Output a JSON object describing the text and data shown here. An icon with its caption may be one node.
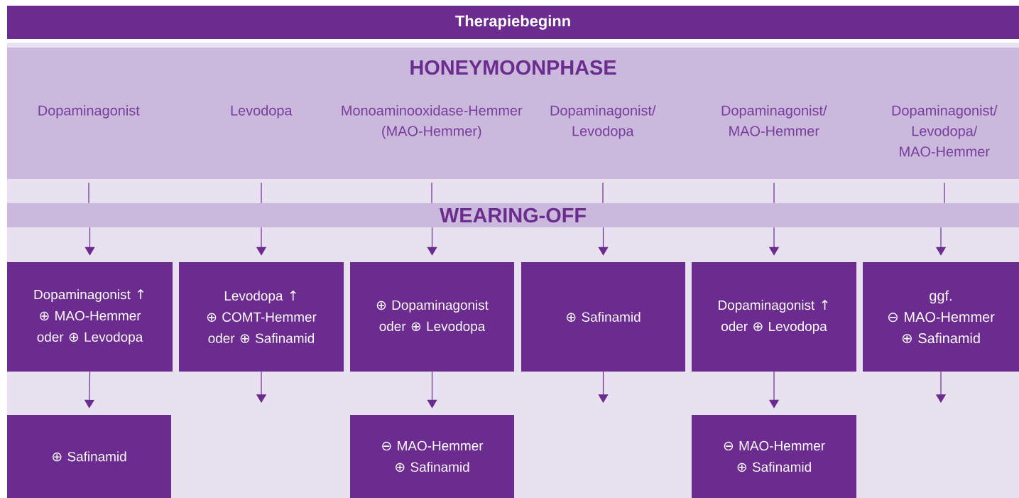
{
  "diagram": {
    "title": "Therapiebeginn",
    "nodes": [
      {
        "text": [
          "HONEYMOONPHASE"
        ]
      },
      {
        "text": [
          "Dopaminagonist"
        ],
        "in": 0
      },
      {
        "text": [
          "Levodopa"
        ],
        "in": 0
      },
      {
        "text": [
          "Monoaminooxidase-Hemmer (MAO-Hemmer)"
        ],
        "in": 0
      },
      {
        "text": [
          "Dopaminagonist/ Levodopa"
        ],
        "in": 0
      },
      {
        "text": [
          "Dopaminagonist/ MAO-Hemmer"
        ],
        "in": 0
      },
      {
        "text": [
          "Dopaminagonist/ Levodopa/ MAO-Hemmer"
        ],
        "in": 0
      },
      {
        "text": [
          "WEARING-OFF"
        ]
      },
      {
        "text": [
          "Dopaminagonist ↑ ⊕ MAO-Hemmer oder ⊕ Levodopa"
        ]
      },
      {
        "text": [
          "Levodopa ↑ ⊕ COMT-Hemmer oder ⊕ Safinamid"
        ]
      },
      {
        "text": [
          "⊕ Dopaminagonist oder ⊕ Levodopa"
        ]
      },
      {
        "text": [
          "⊕ Safinamid"
        ]
      },
      {
        "text": [
          "Dopaminagonist ↑ oder ⊕ Levodopa"
        ]
      },
      {
        "text": [
          "ggf. ⊖ MAO-Hemmer ⊕ Safinamid"
        ]
      },
      {
        "text": [
          "⊕ Safinamid"
        ]
      },
      {
        "text": [
          "⊖ MAO-Hemmer ⊕ Safinamid"
        ]
      },
      {
        "text": [
          "⊖ MAO-Hemmer ⊕ Safinamid"
        ]
      }
    ],
    "edges": [
      {
        "from": 0,
        "to": 7,
        "arrow": "none"
      },
      {
        "from": 0,
        "to": 7,
        "arrow": "none"
      },
      {
        "from": 0,
        "to": 7,
        "arrow": "none"
      },
      {
        "from": 0,
        "to": 7,
        "arrow": "none"
      },
      {
        "from": 0,
        "to": 7,
        "arrow": "none"
      },
      {
        "from": 0,
        "to": 7,
        "arrow": "none"
      },
      {
        "from": 7,
        "to": 8,
        "arrow": "to"
      },
      {
        "from": 7,
        "to": 9,
        "arrow": "to"
      },
      {
        "from": 7,
        "to": 10,
        "arrow": "to"
      },
      {
        "from": 7,
        "to": 11,
        "arrow": "to"
      },
      {
        "from": 7,
        "to": 12,
        "arrow": "to"
      },
      {
        "from": 7,
        "to": 13,
        "arrow": "to"
      },
      {
        "from": 8,
        "to": 14,
        "arrow": "to"
      },
      {
        "from": 9,
        "to": null,
        "arrow": "to"
      },
      {
        "from": 10,
        "to": 15,
        "arrow": "to"
      },
      {
        "from": 11,
        "to": null,
        "arrow": "to"
      },
      {
        "from": 12,
        "to": 16,
        "arrow": "to"
      },
      {
        "from": 13,
        "to": null,
        "arrow": "to"
      }
    ]
  }
}
